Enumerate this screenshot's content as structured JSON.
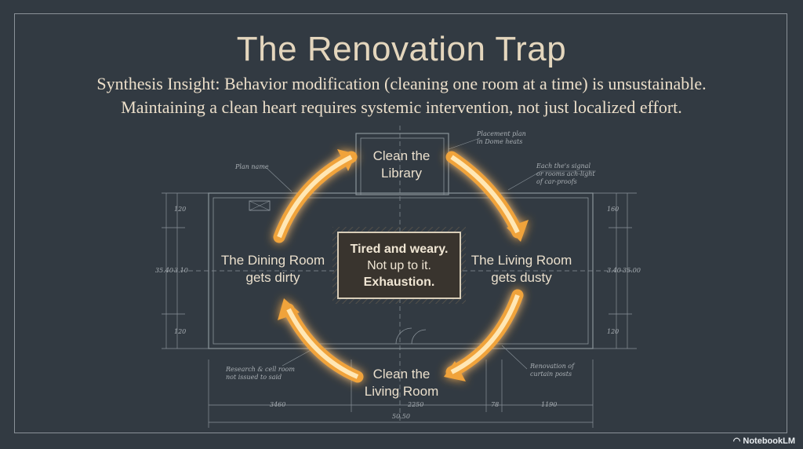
{
  "title": "The Renovation Trap",
  "subtitle_line1": "Synthesis Insight: Behavior modification (cleaning one room at a time) is unsustainable.",
  "subtitle_line2": "Maintaining a clean heart requires systemic intervention, not just localized effort.",
  "cycle": {
    "top": [
      "Clean the",
      "Library"
    ],
    "right": [
      "The Living Room",
      "gets dusty"
    ],
    "bottom": [
      "Clean the",
      "Living Room"
    ],
    "left": [
      "The Dining Room",
      "gets dirty"
    ]
  },
  "center": {
    "line1": "Tired and weary.",
    "line2": "Not up to it.",
    "line3": "Exhaustion."
  },
  "annotations": {
    "plan_name": "Plan name",
    "top_right": [
      "Placement plan",
      "in Dome heats"
    ],
    "right_note": [
      "Each the's signal",
      "or rooms ach-light",
      "of car-proofs"
    ],
    "bottom_left": [
      "Research & cell room",
      "not issued to said"
    ],
    "bottom_right": [
      "Renovation of",
      "curtain posts"
    ]
  },
  "dimensions": {
    "bottom_1": "3460",
    "bottom_2": "2250",
    "bottom_3": "78",
    "bottom_4": "1190",
    "total": "50.50",
    "left_1": "120",
    "left_2": "35.40",
    "left_3": "3.10",
    "left_4": "120",
    "right_1": "160",
    "right_2": "3.40",
    "right_3": "35.00",
    "right_4": "120"
  },
  "brand": "NotebookLM",
  "colors": {
    "background": "#323a42",
    "arrow_glow": "#f0a33a",
    "arrow_core": "#ffe7b5",
    "blueprint_line": "#9aa3aa"
  }
}
